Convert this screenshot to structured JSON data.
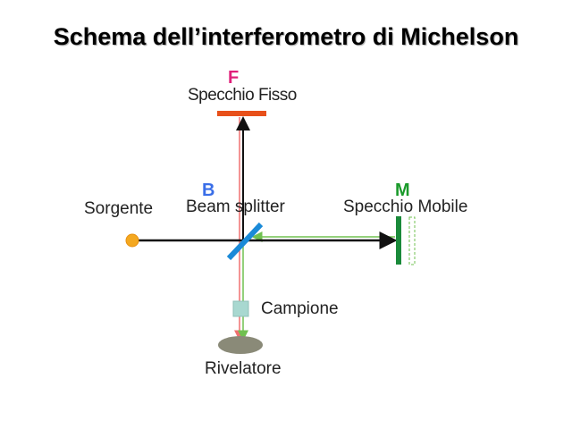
{
  "title": "Schema dell’interferometro di Michelson",
  "labels": {
    "fixed_letter": "F",
    "fixed_name": "Specchio Fisso",
    "beam_letter": "B",
    "beam_name": "Beam splitter",
    "mobile_letter": "M",
    "mobile_name": "Specchio Mobile",
    "source": "Sorgente",
    "sample": "Campione",
    "detector": "Rivelatore"
  },
  "colors": {
    "fixed_letter": "#e0207a",
    "beam_letter": "#3a6ee8",
    "mobile_letter": "#1a9a2a",
    "fixed_mirror": "#e8501a",
    "beam_splitter": "#1a8ad8",
    "mobile_mirror": "#1a8a3a",
    "red_beam": "#f07070",
    "green_beam": "#70c050",
    "source": "#f4a820",
    "sample": "#a8d8d0",
    "detector": "#8a8a78"
  }
}
